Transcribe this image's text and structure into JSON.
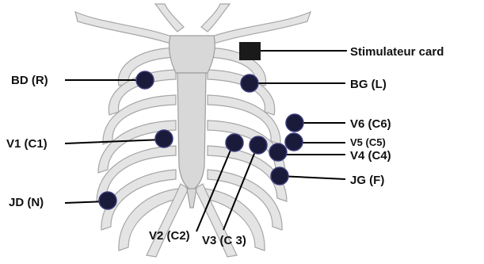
{
  "labels": {
    "stimulator": "Stimulateur card",
    "bd": "BD (R)",
    "bg": "BG (L)",
    "v1": "V1 (C1)",
    "v6": "V6 (C6)",
    "v5": "V5 (C5)",
    "v4": "V4 (C4)",
    "jg": "JG (F)",
    "jd": "JD (N)",
    "v2": "V2 (C2)",
    "v3": "V3 (C 3)"
  },
  "colors": {
    "electrode": "#1a1a3a",
    "bone": "#e4e4e4",
    "leader_line": "#000000"
  }
}
